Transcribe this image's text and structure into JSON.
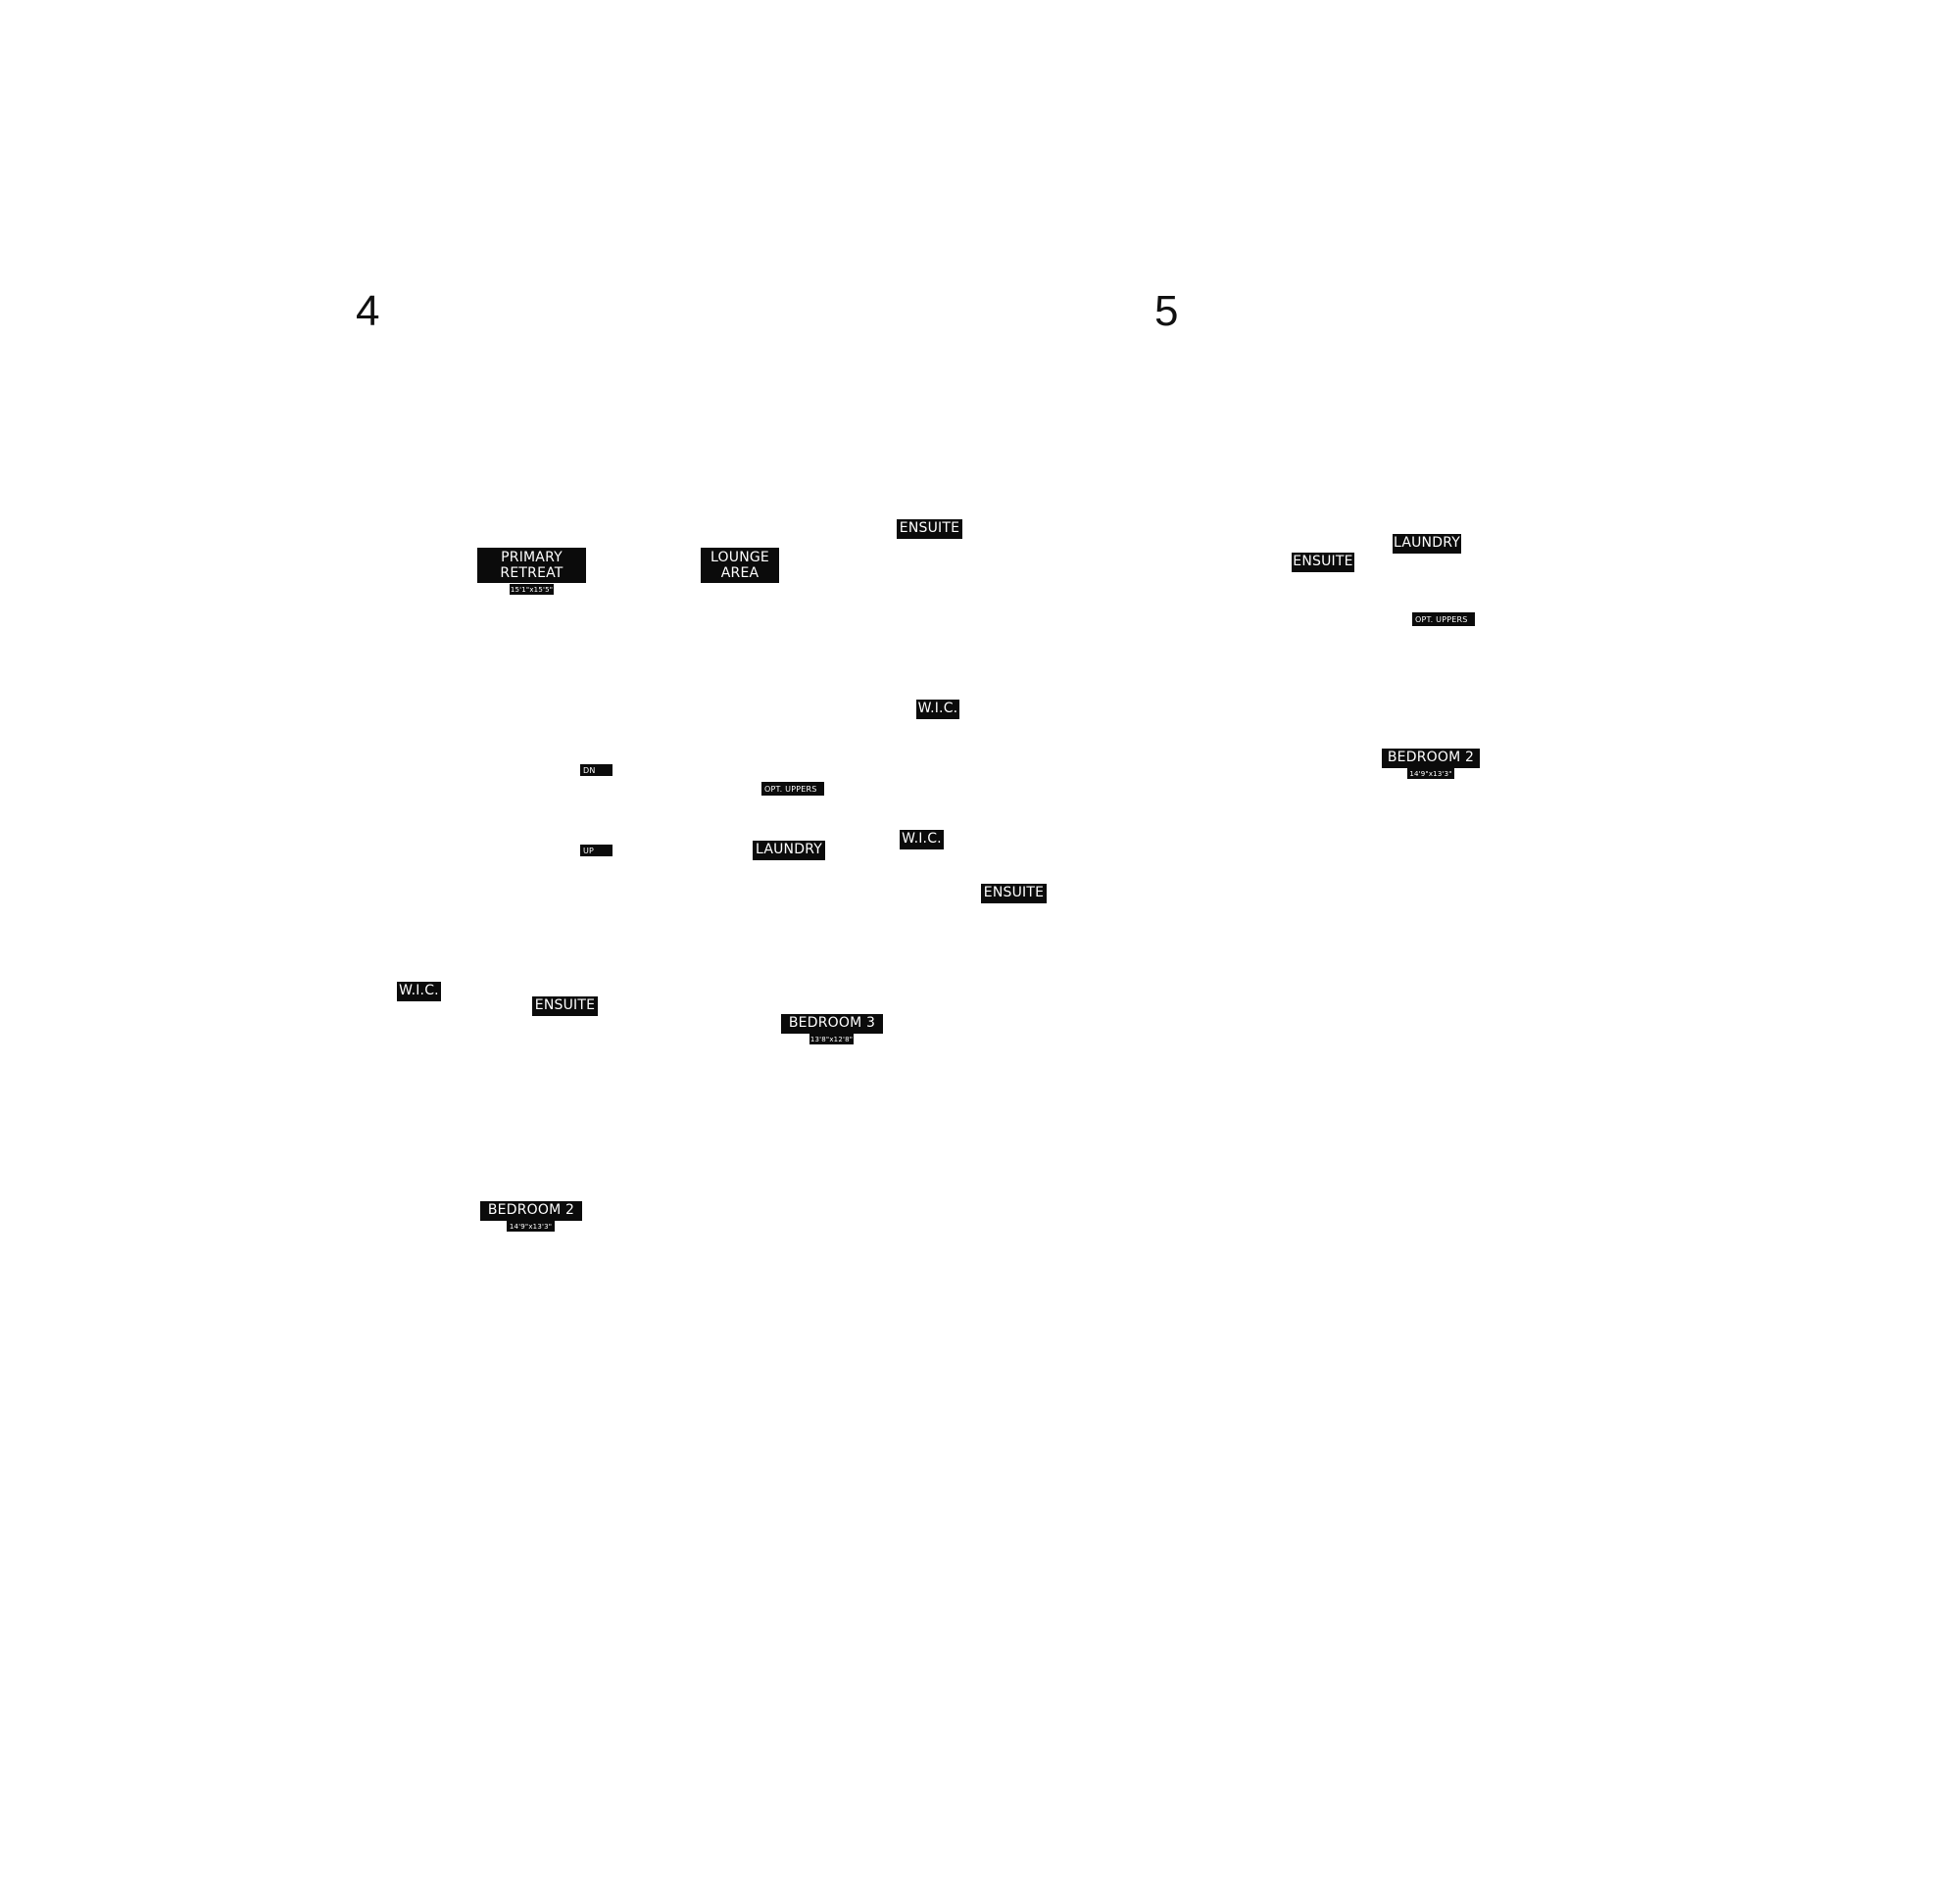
{
  "plans": [
    {
      "number": "4",
      "labels": {
        "primary_retreat": {
          "line1": "PRIMARY",
          "line2": "RETREAT",
          "dims": "15'1\"x15'5\""
        },
        "lounge_area": {
          "line1": "LOUNGE",
          "line2": "AREA"
        },
        "ensuite_top": "ENSUITE",
        "wic_top": "W.I.C.",
        "dn": "DN",
        "opt_uppers": "OPT. UPPERS",
        "up": "UP",
        "laundry": "LAUNDRY",
        "wic_mid": "W.I.C.",
        "ensuite_mid": "ENSUITE",
        "wic_left": "W.I.C.",
        "ensuite_left": "ENSUITE",
        "bedroom3": {
          "name": "BEDROOM 3",
          "dims": "13'8\"x12'8\""
        },
        "bedroom2": {
          "name": "BEDROOM 2",
          "dims": "14'9\"x13'3\""
        }
      }
    },
    {
      "number": "5",
      "labels": {
        "ensuite": "ENSUITE",
        "laundry": "LAUNDRY",
        "opt_uppers": "OPT. UPPERS",
        "bedroom2": {
          "name": "BEDROOM 2",
          "dims": "14'9\"x13'3\""
        }
      }
    }
  ]
}
